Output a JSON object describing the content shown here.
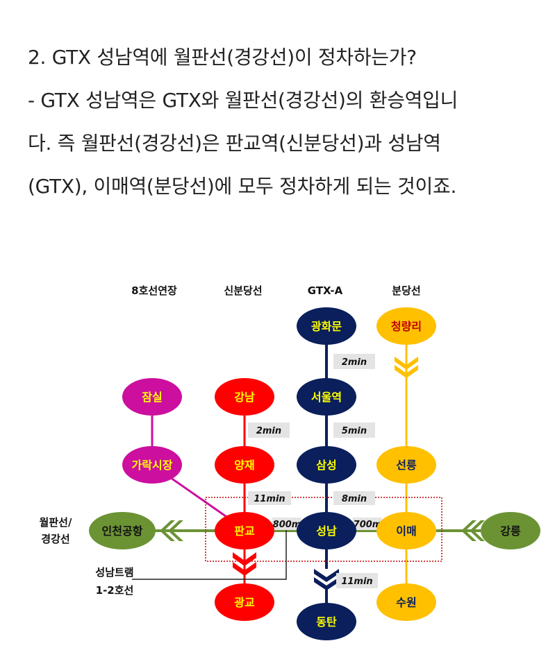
{
  "article": {
    "lines": [
      "2. GTX 성남역에 월판선(경강선)이 정차하는가?",
      "- GTX 성남역은 GTX와 월판선(경강선)의 환승역입니",
      "다. 즉 월판선(경강선)은 판교역(신분당선)과 성남역",
      "(GTX), 이매역(분당선)에 모두 정차하게 되는 것이죠."
    ]
  },
  "diagram": {
    "headers": {
      "line8_ext": "8호선연장",
      "shinbundang": "신분당선",
      "gtx_a": "GTX-A",
      "bundang": "분당선"
    },
    "side_labels": {
      "wolpan_line1": "월판선/",
      "wolpan_line2": "경강선",
      "tram_line1": "성남트램",
      "tram_line2": "1-2호선"
    },
    "stations": {
      "jamsil": "잠실",
      "garak": "가락시장",
      "gangnam": "강남",
      "yangjae": "양재",
      "pangyo": "판교",
      "gwanggyo": "광교",
      "gwanghwamun": "광화문",
      "seoul": "서울역",
      "samseong": "삼성",
      "seongnam": "성남",
      "dongtan": "동탄",
      "cheongnyangni": "청량리",
      "seolleung": "선릉",
      "imae": "이매",
      "suwon": "수원",
      "incheon_airport": "인천공항",
      "gangneung": "강릉"
    },
    "times": {
      "gwanghwamun_seoul": "2min",
      "gangnam_yangjae": "2min",
      "seoul_samseong": "5min",
      "yangjae_pangyo": "11min",
      "samseong_seongnam": "8min",
      "pangyo_seongnam": "800m",
      "seongnam_imae": "700m",
      "seongnam_dongtan": "11min"
    },
    "colors": {
      "line8": "#cc0f9e",
      "shinbundang": "#ff0000",
      "gtx": "#0a1f5c",
      "bundang": "#ffc000",
      "wolpan": "#6b9334",
      "station_text_light": "#ffff00",
      "station_text_dark": "#111111"
    }
  }
}
